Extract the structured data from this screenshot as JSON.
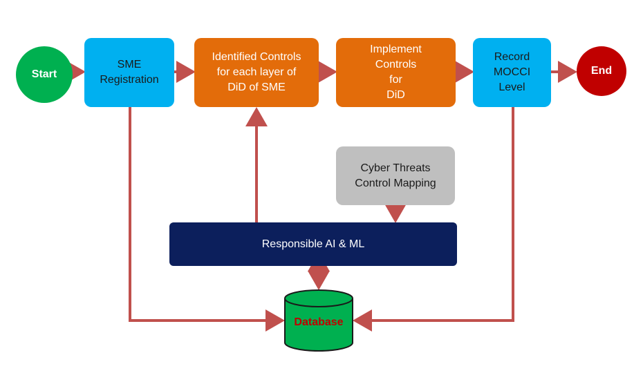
{
  "nodes": {
    "start": "Start",
    "sme_registration": "SME\nRegistration",
    "identified_controls": "Identified Controls\nfor each layer of\nDiD of SME",
    "implement_controls": "Implement\nControls\nfor\nDiD",
    "record_level": "Record\nMOCCI\nLevel",
    "end": "End",
    "cyber_threats": "Cyber Threats\nControl Mapping",
    "responsible_ai": "Responsible AI & ML",
    "database": "Database"
  },
  "colors": {
    "start": "#00b050",
    "end": "#c00000",
    "process_blue": "#00b0f0",
    "process_orange": "#e36c0a",
    "gray_box": "#bfbfbf",
    "navy_box": "#0c1f5c",
    "database_fill": "#00b050",
    "database_text": "#c00000",
    "arrow": "#c0504d"
  }
}
